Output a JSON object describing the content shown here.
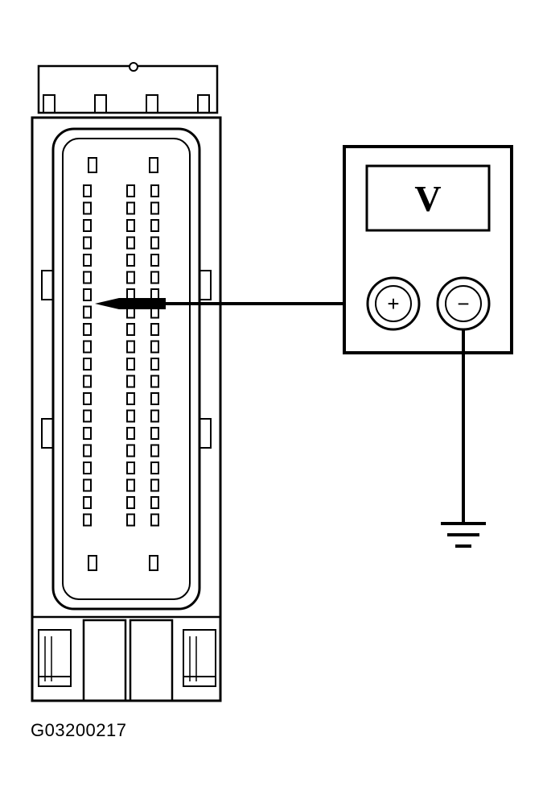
{
  "figure": {
    "id": "G03200217"
  },
  "meter": {
    "display": "V",
    "positive_terminal": "+",
    "negative_terminal": "−"
  },
  "connector": {
    "pin_columns": 3,
    "pins_per_column": 20
  },
  "icons": {
    "ground": "ground-symbol-icon",
    "probe": "probe-tip-icon"
  }
}
